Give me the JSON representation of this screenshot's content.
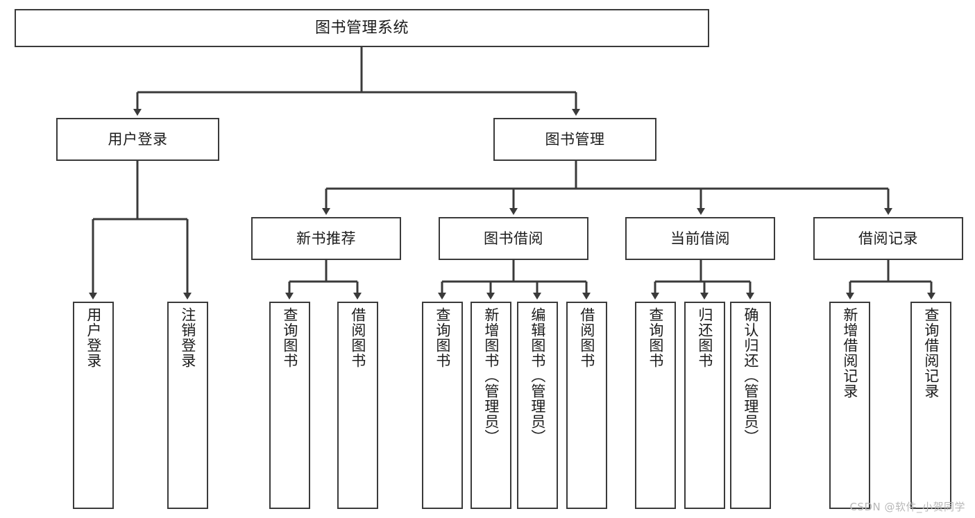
{
  "diagram": {
    "title": "图书管理系统",
    "type": "hierarchy-tree",
    "root": {
      "label": "图书管理系统"
    },
    "level2": [
      {
        "label": "用户登录"
      },
      {
        "label": "图书管理"
      }
    ],
    "level3": [
      {
        "label": "新书推荐"
      },
      {
        "label": "图书借阅"
      },
      {
        "label": "当前借阅"
      },
      {
        "label": "借阅记录"
      }
    ],
    "leaves": [
      {
        "label": "用户登录"
      },
      {
        "label": "注销登录"
      },
      {
        "label": "查询图书"
      },
      {
        "label": "借阅图书"
      },
      {
        "label": "查询图书"
      },
      {
        "label": "新增图书（管理员）"
      },
      {
        "label": "编辑图书（管理员）"
      },
      {
        "label": "借阅图书"
      },
      {
        "label": "查询图书"
      },
      {
        "label": "归还图书"
      },
      {
        "label": "确认归还（管理员）"
      },
      {
        "label": "新增借阅记录"
      },
      {
        "label": "查询借阅记录"
      }
    ],
    "colors": {
      "stroke": "#3a3a3a",
      "fill": "#ffffff",
      "text": "#1b1b1b",
      "watermark": "#b8b8b8"
    }
  },
  "watermark": {
    "text": "CSDN @软件_小贺同学"
  }
}
